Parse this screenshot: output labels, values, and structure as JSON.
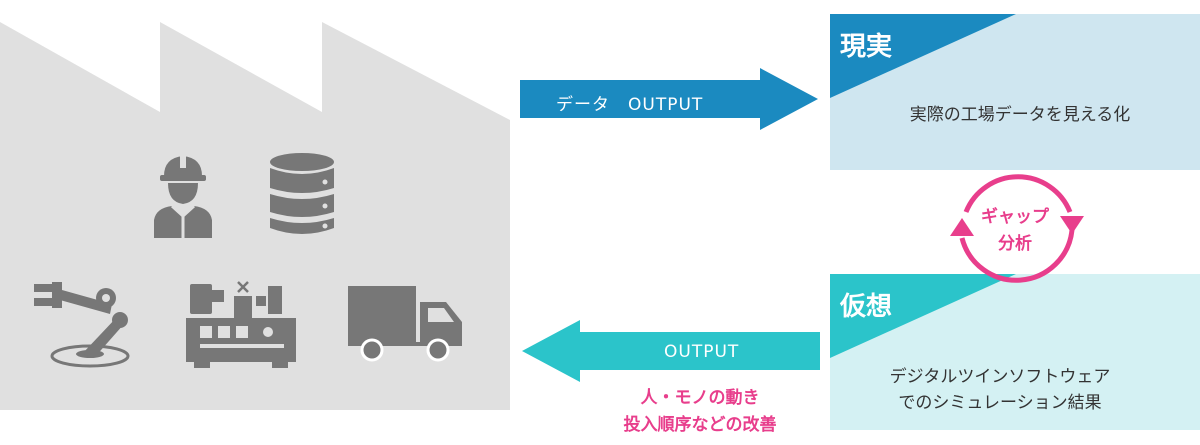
{
  "arrows": {
    "top_label": "データ　OUTPUT",
    "bottom_label": "OUTPUT"
  },
  "real_panel": {
    "title": "現実",
    "text": "実際の工場データを見える化"
  },
  "virtual_panel": {
    "title": "仮想",
    "text_line1": "デジタルツインソフトウェア",
    "text_line2": "でのシミュレーション結果"
  },
  "gap": {
    "line1": "ギャップ",
    "line2": "分析"
  },
  "improvement": {
    "line1": "人・モノの動き",
    "line2": "投入順序などの改善"
  },
  "factory_icons": [
    "worker-icon",
    "database-icon",
    "robot-arm-icon",
    "machine-tool-icon",
    "truck-icon"
  ],
  "colors": {
    "factory_gray": "#e0e0e0",
    "icon_gray": "#777777",
    "real_blue": "#1b8ac0",
    "real_bg": "#cfe6f0",
    "virtual_teal": "#2bc4ca",
    "virtual_bg": "#d4f1f3",
    "pink": "#e83e8c"
  }
}
